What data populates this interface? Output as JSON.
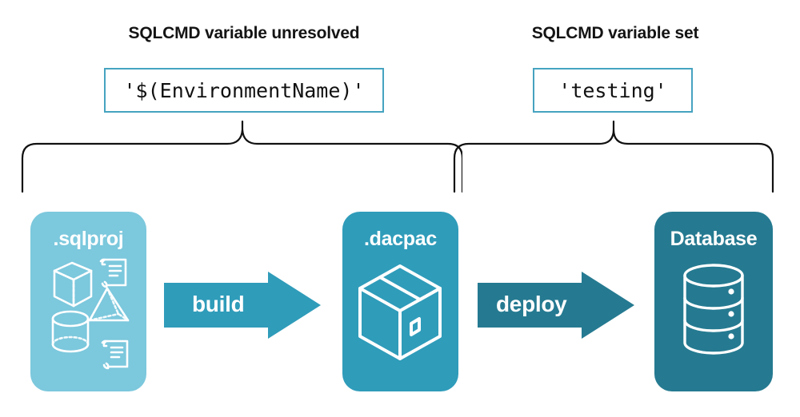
{
  "diagram": {
    "title": "SQLCMD variable resolution during build and deploy",
    "background_color": "#ffffff",
    "columns": [
      {
        "heading": "SQLCMD variable unresolved",
        "value": "'$(EnvironmentName)'"
      },
      {
        "heading": "SQLCMD variable set",
        "value": "'testing'"
      }
    ],
    "value_box": {
      "border_color": "#46a3c0",
      "fill_color": "#ffffff",
      "text_color": "#111111"
    },
    "brace": {
      "color": "#111111",
      "left_label": "groups .sqlproj through .dacpac",
      "right_label": "groups .dacpac through Database"
    },
    "cards": [
      {
        "label": ".sqlproj",
        "color": "#7cc8dd",
        "icons": [
          "cube-icon",
          "script-scroll-icon",
          "pyramid-icon",
          "cylinder-icon",
          "script-scroll-icon"
        ]
      },
      {
        "label": ".dacpac",
        "color": "#2f9cba",
        "icons": [
          "package-box-icon"
        ]
      },
      {
        "label": "Database",
        "color": "#257a91",
        "icons": [
          "database-cylinder-icon"
        ]
      }
    ],
    "arrows": [
      {
        "label": "build",
        "color": "#2f9cba"
      },
      {
        "label": "deploy",
        "color": "#257a91"
      }
    ]
  }
}
